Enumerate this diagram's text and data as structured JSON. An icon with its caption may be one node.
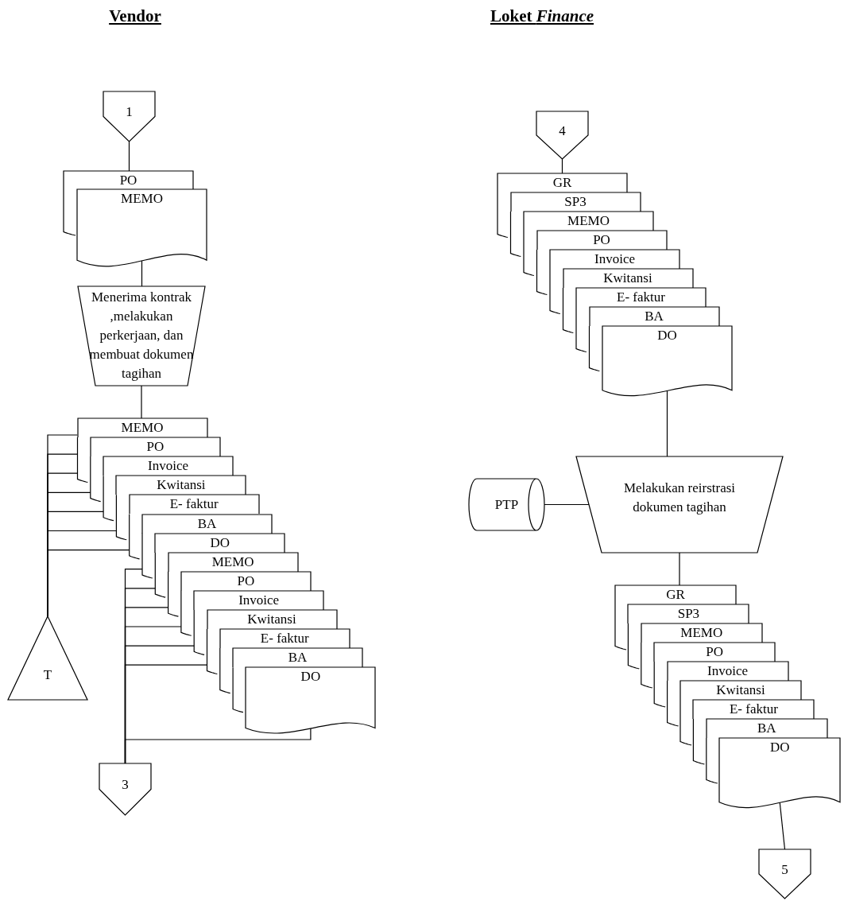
{
  "diagram": {
    "nodes": [
      {
        "text": [
          "1"
        ]
      },
      {
        "text": [
          "PO"
        ]
      },
      {
        "text": [
          "MEMO"
        ]
      },
      {
        "text": [
          "Menerima kontrak ,melakukan perkerjaan, dan membuat dokumen tagihan"
        ]
      },
      {
        "text": [
          "MEMO"
        ]
      },
      {
        "text": [
          "PO"
        ]
      },
      {
        "text": [
          "Invoice"
        ]
      },
      {
        "text": [
          "Kwitansi"
        ]
      },
      {
        "text": [
          "E- faktur"
        ]
      },
      {
        "text": [
          "BA"
        ]
      },
      {
        "text": [
          "DO"
        ]
      },
      {
        "text": [
          "MEMO"
        ]
      },
      {
        "text": [
          "PO"
        ]
      },
      {
        "text": [
          "Invoice"
        ]
      },
      {
        "text": [
          "Kwitansi"
        ]
      },
      {
        "text": [
          "E- faktur"
        ]
      },
      {
        "text": [
          "BA"
        ]
      },
      {
        "text": [
          "DO"
        ]
      },
      {
        "text": [
          "T"
        ]
      },
      {
        "text": [
          "3"
        ]
      },
      {
        "text": [
          "4"
        ]
      },
      {
        "text": [
          "GR"
        ]
      },
      {
        "text": [
          "SP3"
        ]
      },
      {
        "text": [
          "MEMO"
        ]
      },
      {
        "text": [
          "PO"
        ]
      },
      {
        "text": [
          "Invoice"
        ]
      },
      {
        "text": [
          "Kwitansi"
        ]
      },
      {
        "text": [
          "E- faktur"
        ]
      },
      {
        "text": [
          "BA"
        ]
      },
      {
        "text": [
          "DO"
        ]
      },
      {
        "text": [
          "PTP"
        ]
      },
      {
        "text": [
          "Melakukan reirstrasi dokumen tagihan"
        ]
      },
      {
        "text": [
          "GR"
        ]
      },
      {
        "text": [
          "SP3"
        ]
      },
      {
        "text": [
          "MEMO"
        ]
      },
      {
        "text": [
          "PO"
        ]
      },
      {
        "text": [
          "Invoice"
        ]
      },
      {
        "text": [
          "Kwitansi"
        ]
      },
      {
        "text": [
          "E- faktur"
        ]
      },
      {
        "text": [
          "BA"
        ]
      },
      {
        "text": [
          "DO"
        ]
      },
      {
        "text": [
          "5"
        ]
      }
    ],
    "edges": [
      {
        "from": 0,
        "to": 1,
        "arrow": "none"
      },
      {
        "from": 2,
        "to": 3,
        "arrow": "none"
      },
      {
        "from": 3,
        "to": 4,
        "arrow": "none"
      },
      {
        "from": 4,
        "to": 18,
        "arrow": "none"
      },
      {
        "from": 5,
        "to": 18,
        "arrow": "none"
      },
      {
        "from": 6,
        "to": 18,
        "arrow": "none"
      },
      {
        "from": 7,
        "to": 18,
        "arrow": "none"
      },
      {
        "from": 8,
        "to": 18,
        "arrow": "none"
      },
      {
        "from": 9,
        "to": 18,
        "arrow": "none"
      },
      {
        "from": 10,
        "to": 18,
        "arrow": "none"
      },
      {
        "from": 11,
        "to": 19,
        "arrow": "none"
      },
      {
        "from": 12,
        "to": 19,
        "arrow": "none"
      },
      {
        "from": 13,
        "to": 19,
        "arrow": "none"
      },
      {
        "from": 14,
        "to": 19,
        "arrow": "none"
      },
      {
        "from": 15,
        "to": 19,
        "arrow": "none"
      },
      {
        "from": 16,
        "to": 19,
        "arrow": "none"
      },
      {
        "from": 17,
        "to": 19,
        "arrow": "none"
      },
      {
        "from": 20,
        "to": 21,
        "arrow": "none"
      },
      {
        "from": 29,
        "to": 31,
        "arrow": "none"
      },
      {
        "from": 30,
        "to": 31,
        "arrow": "none"
      },
      {
        "from": 31,
        "to": 32,
        "arrow": "none"
      },
      {
        "from": 40,
        "to": 41,
        "arrow": "none"
      }
    ],
    "labels": [
      "Vendor",
      "Loket *Finance*"
    ]
  }
}
